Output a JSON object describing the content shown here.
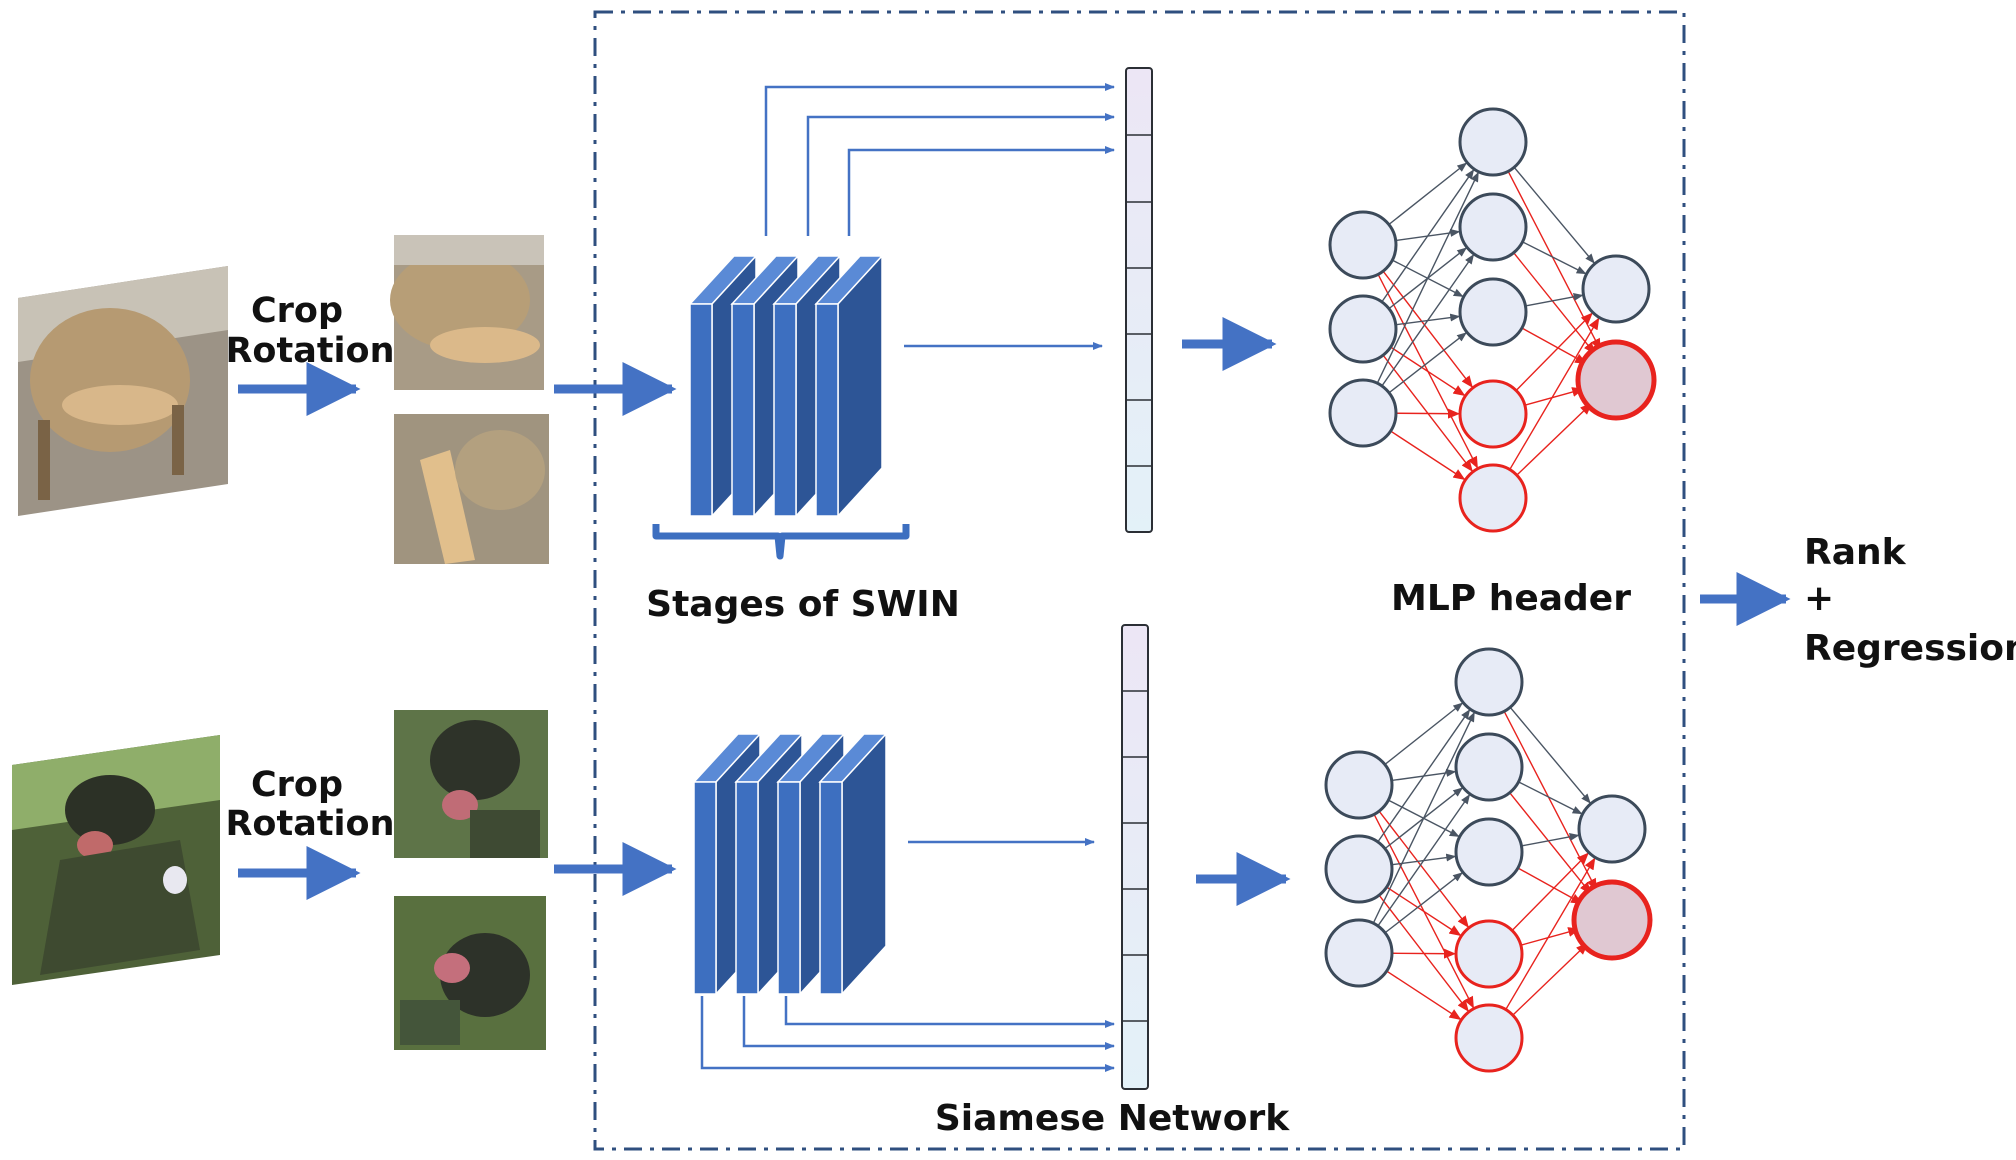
{
  "labels": {
    "crop_top": "Crop",
    "rotation_top": "Rotation",
    "crop_bottom": "Crop",
    "rotation_bottom": "Rotation",
    "stages": "Stages of SWIN",
    "mlp": "MLP header",
    "siamese": "Siamese Network",
    "output_rank": "Rank",
    "output_plus": "+",
    "output_regression": "Regression"
  },
  "colors": {
    "arrow_blue": "#4472c4",
    "block_front": "#3d6fc0",
    "block_top": "#5a8ad6",
    "block_side": "#2d5596",
    "dashed_border": "#2f4f7f",
    "node_fill": "#e7ebf6",
    "node_stroke": "#3c4a5a",
    "red_node_stroke": "#e8231e",
    "red_node_fill": "#e0c8d2",
    "red_edge": "#e8231e",
    "gray_edge": "#4a5563"
  },
  "images": {
    "top_input": "wicker-armchair-photo",
    "top_crop": "armchair-crop-photo",
    "top_rotation": "armchair-rotated-photo",
    "bottom_input": "soldier-camouflage-photo",
    "bottom_crop": "soldier-crop-photo",
    "bottom_rotation": "soldier-rotated-photo"
  },
  "mlp_structure": {
    "input_nodes": 3,
    "hidden_nodes": 5,
    "output_nodes": 2
  }
}
